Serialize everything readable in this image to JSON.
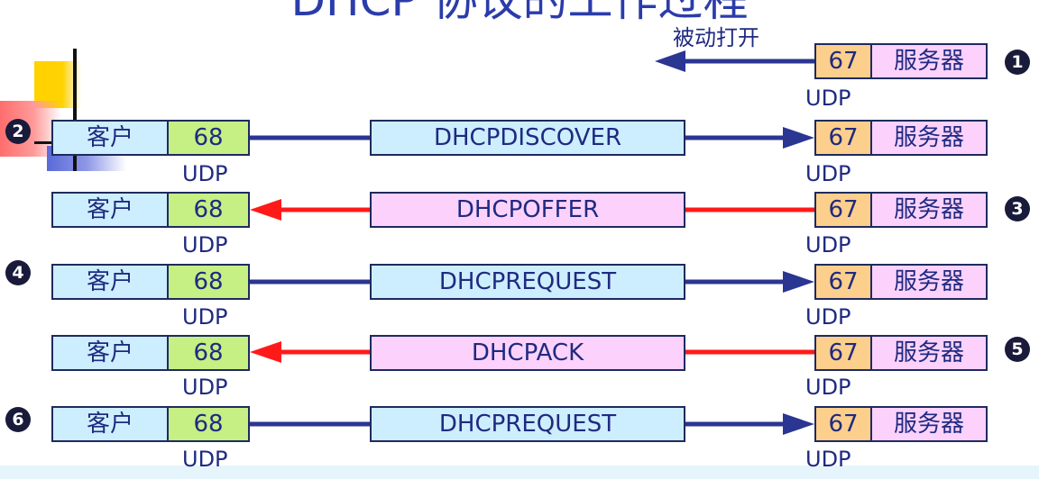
{
  "title": "DHCP 协议的工作过程",
  "note": "被动打开",
  "udp_label": "UDP",
  "client_label": "客户",
  "server_label": "服务器",
  "client_port": "68",
  "server_port": "67",
  "colors": {
    "request": "#2b3592",
    "reply": "#ff1a1a"
  },
  "step_badges": [
    "1",
    "2",
    "3",
    "4",
    "5",
    "6"
  ],
  "messages": [
    {
      "name": "DHCPDISCOVER",
      "direction": "to-server"
    },
    {
      "name": "DHCPOFFER",
      "direction": "to-client"
    },
    {
      "name": "DHCPREQUEST",
      "direction": "to-server"
    },
    {
      "name": "DHCPACK",
      "direction": "to-client"
    },
    {
      "name": "DHCPREQUEST",
      "direction": "to-server"
    }
  ]
}
